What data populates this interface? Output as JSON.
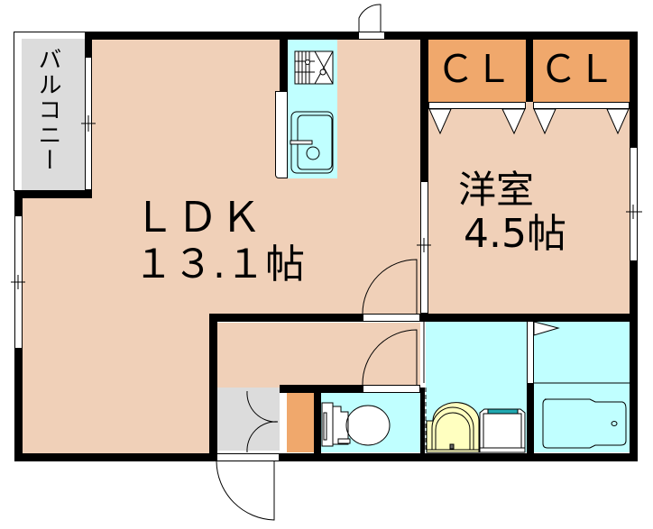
{
  "floor_plan": {
    "rooms": {
      "ldk": {
        "name": "ＬＤＫ",
        "size": "１３.１帖"
      },
      "western": {
        "name": "洋室",
        "size": "4.5帖"
      },
      "closet1": {
        "name": "ＣＬ"
      },
      "closet2": {
        "name": "ＣＬ"
      },
      "balcony": {
        "name": "バルコニー"
      }
    },
    "colors": {
      "ldk": "#f0d0b8",
      "closet": "#f0a86c",
      "wet_area": "#c0ffff",
      "balcony": "#dcdcdc",
      "wall": "#000000",
      "washbasin": "#ffffc0"
    }
  }
}
